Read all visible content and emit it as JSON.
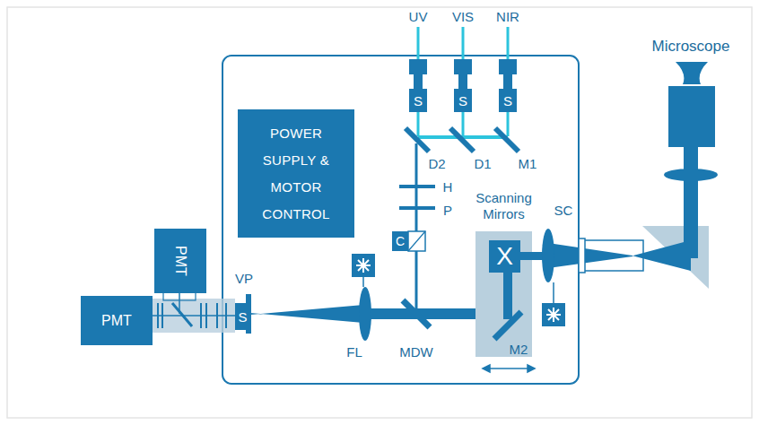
{
  "diagram": {
    "nodes": [
      {
        "text": [
          "S"
        ]
      },
      {
        "text": [
          "S"
        ]
      },
      {
        "text": [
          "S"
        ]
      },
      {
        "text": [
          "POWER SUPPLY & MOTOR CONTROL"
        ]
      },
      {
        "text": [
          "PMT"
        ]
      },
      {
        "text": [
          "C"
        ]
      },
      {
        "text": [
          "Scanning Mirrors"
        ]
      },
      {
        "text": [
          "X"
        ],
        "in": 6
      },
      {
        "text": [
          "PMT"
        ]
      },
      {
        "text": [
          "S"
        ]
      }
    ],
    "labels": [
      "UV",
      "VIS",
      "NIR",
      "Microscope",
      "D2",
      "D1",
      "M1",
      "H",
      "P",
      "SC",
      "VP",
      "FL",
      "MDW",
      "M2"
    ]
  }
}
